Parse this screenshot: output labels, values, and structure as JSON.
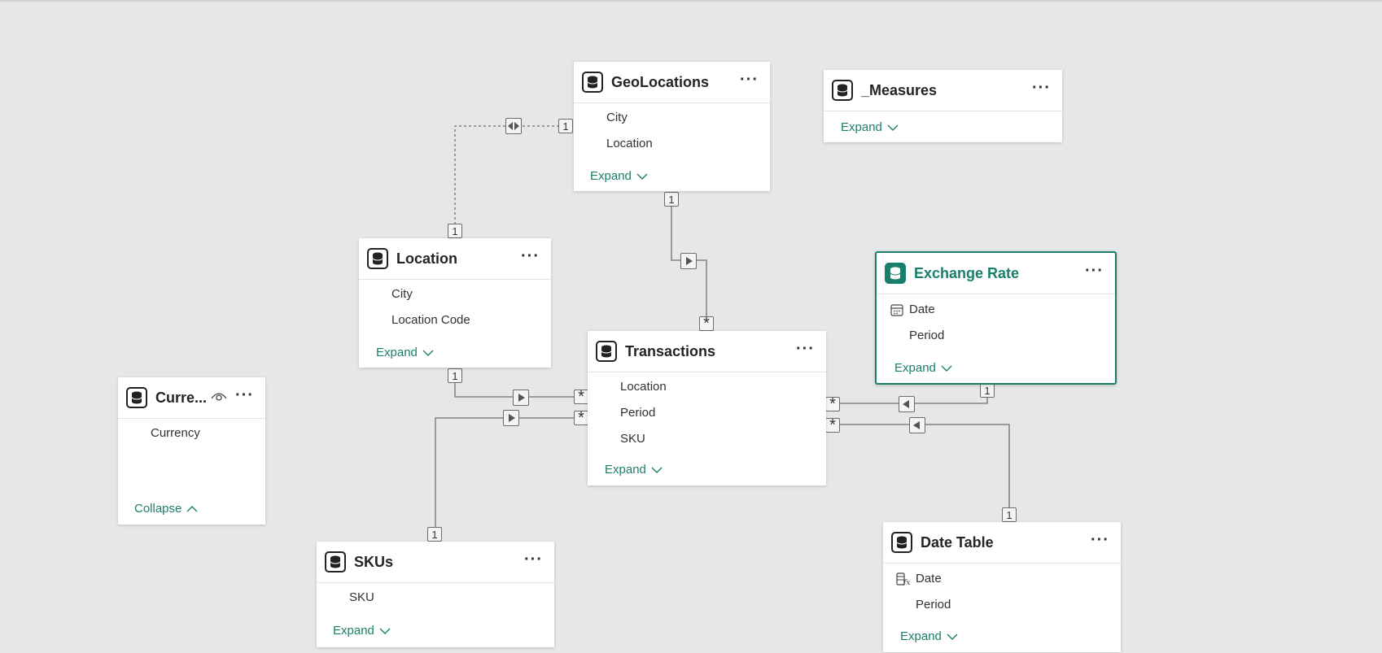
{
  "tables": {
    "geolocations": {
      "title": "GeoLocations",
      "fields": [
        "City",
        "Location"
      ],
      "toggle": "Expand"
    },
    "measures": {
      "title": "_Measures",
      "toggle": "Expand"
    },
    "location": {
      "title": "Location",
      "fields": [
        "City",
        "Location Code"
      ],
      "toggle": "Expand"
    },
    "exchange_rate": {
      "title": "Exchange Rate",
      "fields": [
        "Date",
        "Period"
      ],
      "toggle": "Expand"
    },
    "transactions": {
      "title": "Transactions",
      "fields": [
        "Location",
        "Period",
        "SKU"
      ],
      "toggle": "Expand"
    },
    "currency": {
      "title": "Curre...",
      "fields": [
        "Currency"
      ],
      "toggle": "Collapse"
    },
    "skus": {
      "title": "SKUs",
      "fields": [
        "SKU"
      ],
      "toggle": "Expand"
    },
    "date_table": {
      "title": "Date Table",
      "fields": [
        "Date",
        "Period"
      ],
      "toggle": "Expand"
    }
  },
  "cardinality": {
    "one": "1",
    "many": "*"
  },
  "icons": {
    "table": "database-icon",
    "more": "ellipsis-icon",
    "hidden": "eye-hidden-icon",
    "date_field": "calendar-icon",
    "calc_field": "calculated-column-icon",
    "filter_single": "arrow-right-icon",
    "filter_single_left": "arrow-left-icon",
    "filter_both": "arrow-both-icon",
    "chevron_down": "chevron-down-icon",
    "chevron_up": "chevron-up-icon"
  },
  "colors": {
    "accent": "#1a7f6a",
    "canvas": "#e7e7e7",
    "line": "#6b6b6b"
  }
}
